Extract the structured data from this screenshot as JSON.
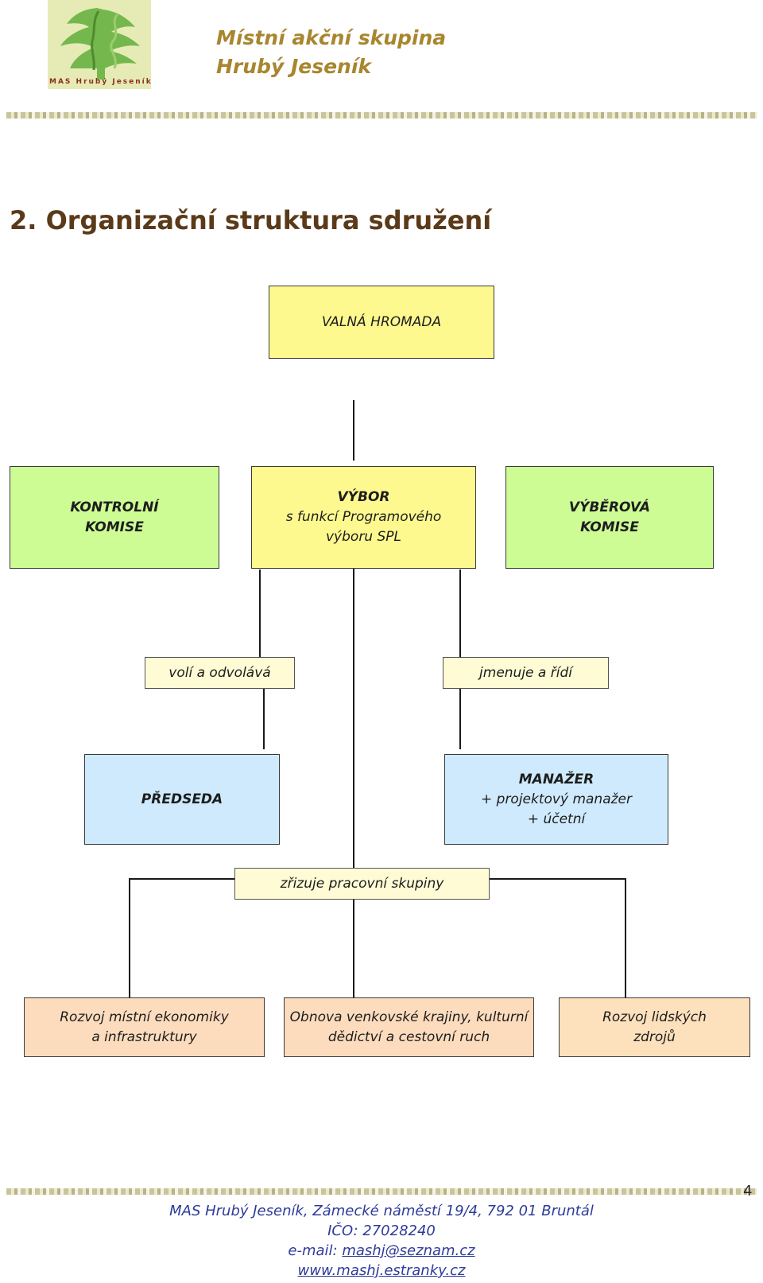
{
  "header": {
    "logo_text": "MAS Hrubý Jeseník",
    "title_line1": "Místní akční skupina",
    "title_line2": "Hrubý Jeseník"
  },
  "section_title": "2. Organizační struktura sdružení",
  "chart": {
    "valna_hromada": "VALNÁ  HROMADA",
    "kontrolni_komise_l1": "KONTROLNÍ",
    "kontrolni_komise_l2": "KOMISE",
    "vybor_title": "VÝBOR",
    "vybor_l2": "s funkcí Programového",
    "vybor_l3": "výboru SPL",
    "vyberova_komise_l1": "VÝBĚROVÁ",
    "vyberova_komise_l2": "KOMISE",
    "voli_a_odvolava": "volí a odvolává",
    "jmenuje_a_ridi": "jmenuje a řídí",
    "predseda": "PŘEDSEDA",
    "manazer_title": "MANAŽER",
    "manazer_l2": "+ projektový manažer",
    "manazer_l3": "+ účetní",
    "zrizuje": "zřizuje pracovní skupiny",
    "group1_l1": "Rozvoj místní ekonomiky",
    "group1_l2": "a infrastruktury",
    "group2_l1": "Obnova venkovské krajiny, kulturní",
    "group2_l2": "dědictví  a cestovní ruch",
    "group3_l1": "Rozvoj lidských",
    "group3_l2": "zdrojů"
  },
  "footer": {
    "address": "MAS Hrubý Jeseník, Zámecké náměstí 19/4, 792 01 Bruntál",
    "ico": "IČO: 27028240",
    "email_label": "e-mail: ",
    "email": "mashj@seznam.cz",
    "web": "www.mashj.estranky.cz"
  },
  "page_number": "4",
  "colors": {
    "title": "#5b3a19",
    "header": "#a8862f",
    "footer": "#2e3b9a"
  }
}
